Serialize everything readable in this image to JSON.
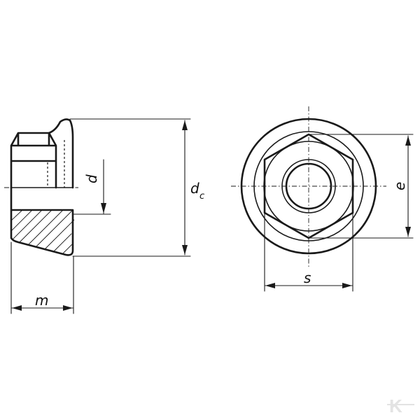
{
  "figure": {
    "description_labels": {
      "flange_diameter": "d",
      "flange_diameter_sub": "c",
      "thread_diameter": "d",
      "height": "m",
      "across_flats": "s",
      "across_corners": "e"
    },
    "watermark_text": "K"
  },
  "colors": {
    "line": "#1a1a1a",
    "background": "#ffffff",
    "watermark": "#e3e3e3"
  }
}
